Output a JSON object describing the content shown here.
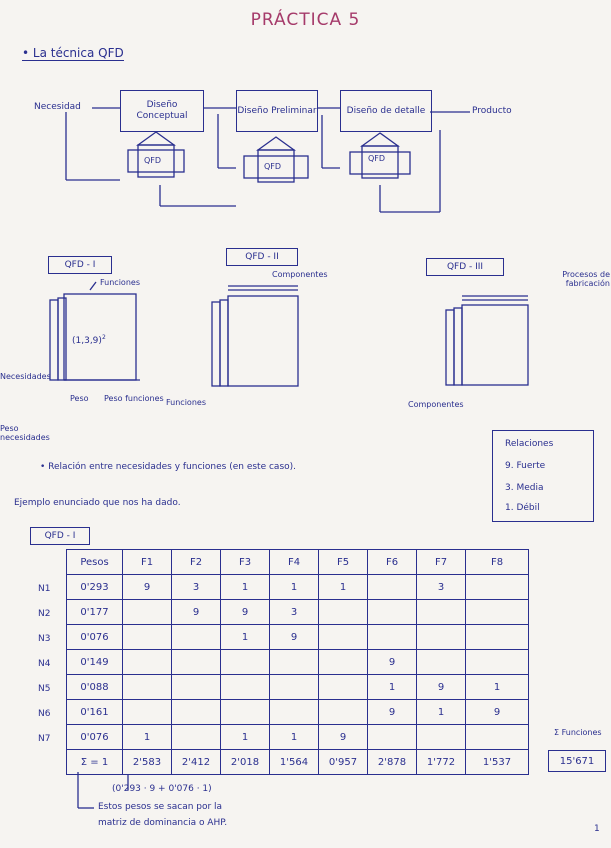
{
  "page": {
    "title": "PRÁCTICA 5",
    "section": "• La técnica QFD",
    "page_number": "1"
  },
  "flow": {
    "input": "Necesidad",
    "output": "Producto",
    "stages": [
      "Diseño Conceptual",
      "Diseño Preliminar",
      "Diseño de detalle"
    ],
    "house_label": "QFD"
  },
  "matrices": [
    {
      "tag": "QFD - I",
      "top_label": "Funciones",
      "cell": "(1,3,9)",
      "cell_sup": "2",
      "left_label": "Necesidades",
      "bottom_labels": [
        "Peso",
        "Peso funciones"
      ],
      "below": "Peso necesidades"
    },
    {
      "tag": "QFD - II",
      "top_label": "Componentes",
      "bottom_label": "Funciones"
    },
    {
      "tag": "QFD - III",
      "top_label": "Procesos de fabricación",
      "bottom_label": "Componentes"
    }
  ],
  "note": "• Relación entre necesidades y funciones (en este caso).",
  "example": "Ejemplo enunciado que nos ha dado.",
  "legend": {
    "title": "Relaciones",
    "items": [
      "9. Fuerte",
      "3. Media",
      "1. Débil"
    ]
  },
  "table": {
    "tag": "QFD - I",
    "headers": [
      "Pesos",
      "F1",
      "F2",
      "F3",
      "F4",
      "F5",
      "F6",
      "F7",
      "F8"
    ],
    "rows": [
      {
        "label": "N1",
        "cells": [
          "0'293",
          "9",
          "3",
          "1",
          "1",
          "1",
          "",
          "3",
          ""
        ]
      },
      {
        "label": "N2",
        "cells": [
          "0'177",
          "",
          "9",
          "9",
          "3",
          "",
          "",
          "",
          ""
        ]
      },
      {
        "label": "N3",
        "cells": [
          "0'076",
          "",
          "",
          "1",
          "9",
          "",
          "",
          "",
          ""
        ]
      },
      {
        "label": "N4",
        "cells": [
          "0'149",
          "",
          "",
          "",
          "",
          "",
          "9",
          "",
          ""
        ]
      },
      {
        "label": "N5",
        "cells": [
          "0'088",
          "",
          "",
          "",
          "",
          "",
          "1",
          "9",
          "1"
        ]
      },
      {
        "label": "N6",
        "cells": [
          "0'161",
          "",
          "",
          "",
          "",
          "",
          "9",
          "1",
          "9"
        ]
      },
      {
        "label": "N7",
        "cells": [
          "0'076",
          "1",
          "",
          "1",
          "1",
          "9",
          "",
          "",
          ""
        ]
      }
    ],
    "totals": [
      "Σ = 1",
      "2'583",
      "2'412",
      "2'018",
      "1'564",
      "0'957",
      "2'878",
      "1'772",
      "1'537"
    ],
    "grand_total": "15'671",
    "sum_label": "Σ Funciones",
    "calc_note": "(0'293 · 9 + 0'076 · 1)",
    "weights_note_1": "Estos pesos se sacan por la",
    "weights_note_2": "matriz de dominancia o AHP."
  }
}
